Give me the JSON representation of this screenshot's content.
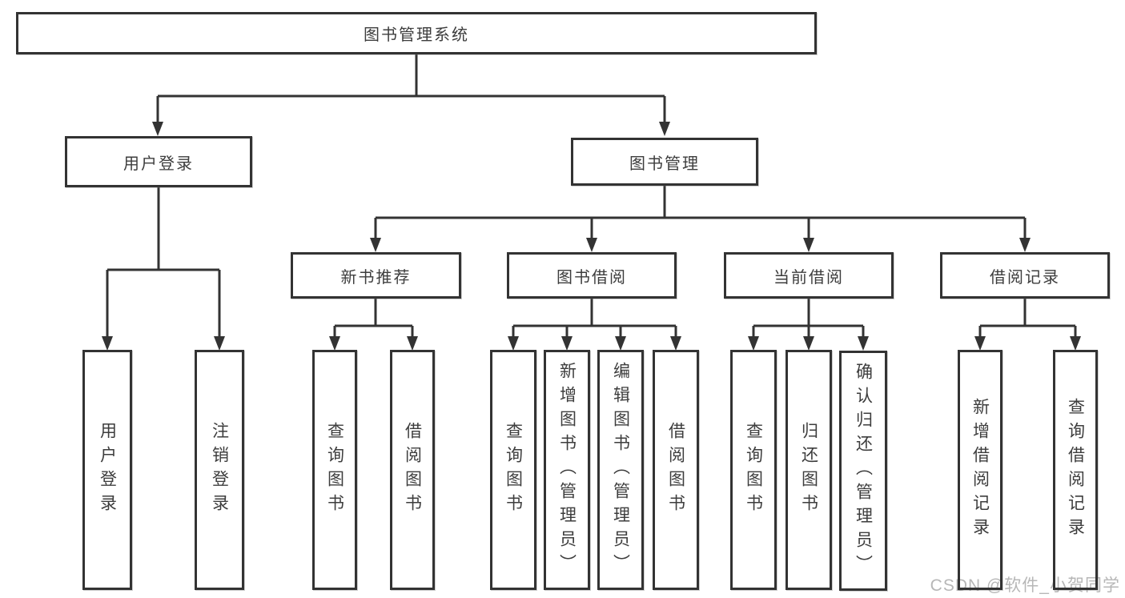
{
  "colors": {
    "line": "#333333",
    "box_border": "#333333",
    "text": "#3d3d3d",
    "watermark": "#b7b7b7",
    "background": "#ffffff"
  },
  "watermark": {
    "text": "CSDN @软件_小贺同学"
  },
  "diagram": {
    "type": "hierarchy-tree",
    "root": {
      "label": "图书管理系统"
    },
    "branches": [
      {
        "label": "用户登录",
        "children": [
          {
            "label": "用户登录"
          },
          {
            "label": "注销登录"
          }
        ]
      },
      {
        "label": "图书管理",
        "children": [
          {
            "label": "新书推荐",
            "children": [
              {
                "label": "查询图书"
              },
              {
                "label": "借阅图书"
              }
            ]
          },
          {
            "label": "图书借阅",
            "children": [
              {
                "label": "查询图书"
              },
              {
                "label": "新增图书（管理员）"
              },
              {
                "label": "编辑图书（管理员）"
              },
              {
                "label": "借阅图书"
              }
            ]
          },
          {
            "label": "当前借阅",
            "children": [
              {
                "label": "查询图书"
              },
              {
                "label": "归还图书"
              },
              {
                "label": "确认归还（管理员）"
              }
            ]
          },
          {
            "label": "借阅记录",
            "children": [
              {
                "label": "新增借阅记录"
              },
              {
                "label": "查询借阅记录"
              }
            ]
          }
        ]
      }
    ]
  }
}
